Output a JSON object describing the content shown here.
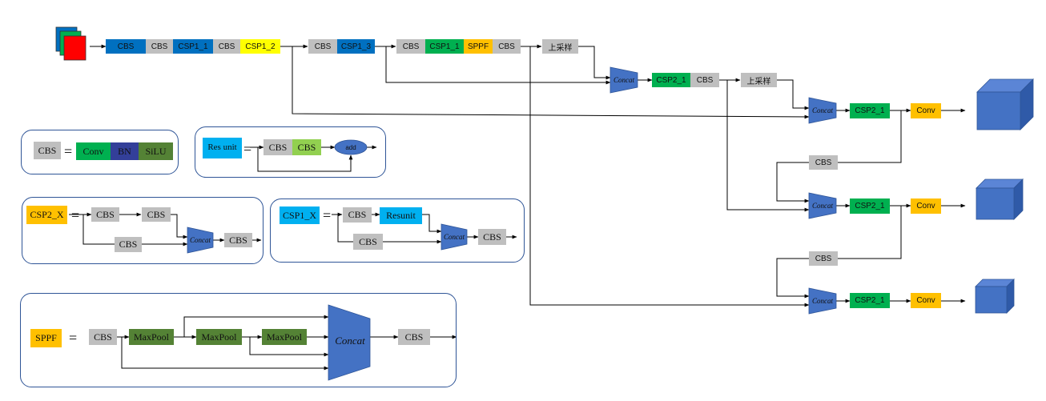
{
  "main_flow": {
    "b1": "CBS",
    "b2": "CBS",
    "b3": "CSP1_1",
    "b4": "CBS",
    "b5": "CSP1_2",
    "b6": "CBS",
    "b7": "CSP1_3",
    "b8": "CBS",
    "b9": "CSP1_1",
    "b10": "SPPF",
    "b11": "CBS",
    "upsample1": "上采样",
    "concat1": "Concat",
    "csp2_a": "CSP2_1",
    "cbs_a": "CBS",
    "upsample2": "上采样"
  },
  "heads": {
    "concat": "Concat",
    "csp": "CSP2_1",
    "conv": "Conv",
    "cbs": "CBS"
  },
  "legend_cbs": {
    "lhs": "CBS",
    "eq": "=",
    "conv": "Conv",
    "bn": "BN",
    "silu": "SiLU"
  },
  "legend_res": {
    "lhs": "Res unit",
    "eq": "=",
    "cbs1": "CBS",
    "cbs2": "CBS",
    "add": "add"
  },
  "legend_csp2": {
    "lhs": "CSP2_X",
    "eq": "=",
    "cbs1": "CBS",
    "cbs2": "CBS",
    "cbs3": "CBS",
    "concat": "Concat",
    "cbs4": "CBS"
  },
  "legend_csp1": {
    "lhs": "CSP1_X",
    "eq": "=",
    "cbs1": "CBS",
    "resunit": "Resunit",
    "cbs2": "CBS",
    "concat": "Concat",
    "cbs3": "CBS"
  },
  "legend_sppf": {
    "lhs": "SPPF",
    "eq": "=",
    "cbs1": "CBS",
    "mp1": "MaxPool",
    "mp2": "MaxPool",
    "mp3": "MaxPool",
    "concat": "Concat",
    "cbs2": "CBS"
  },
  "colors": {
    "gray": "#bfbfbf",
    "blue": "#0070c0",
    "green": "#00b050",
    "yellow": "#ffff00",
    "orange": "#ffc000",
    "dark_green": "#548235",
    "navy": "#333f99",
    "lime": "#92d050",
    "cyan": "#00b0f0",
    "concat_blue": "#4472c4",
    "panel_border": "#2f5597"
  }
}
